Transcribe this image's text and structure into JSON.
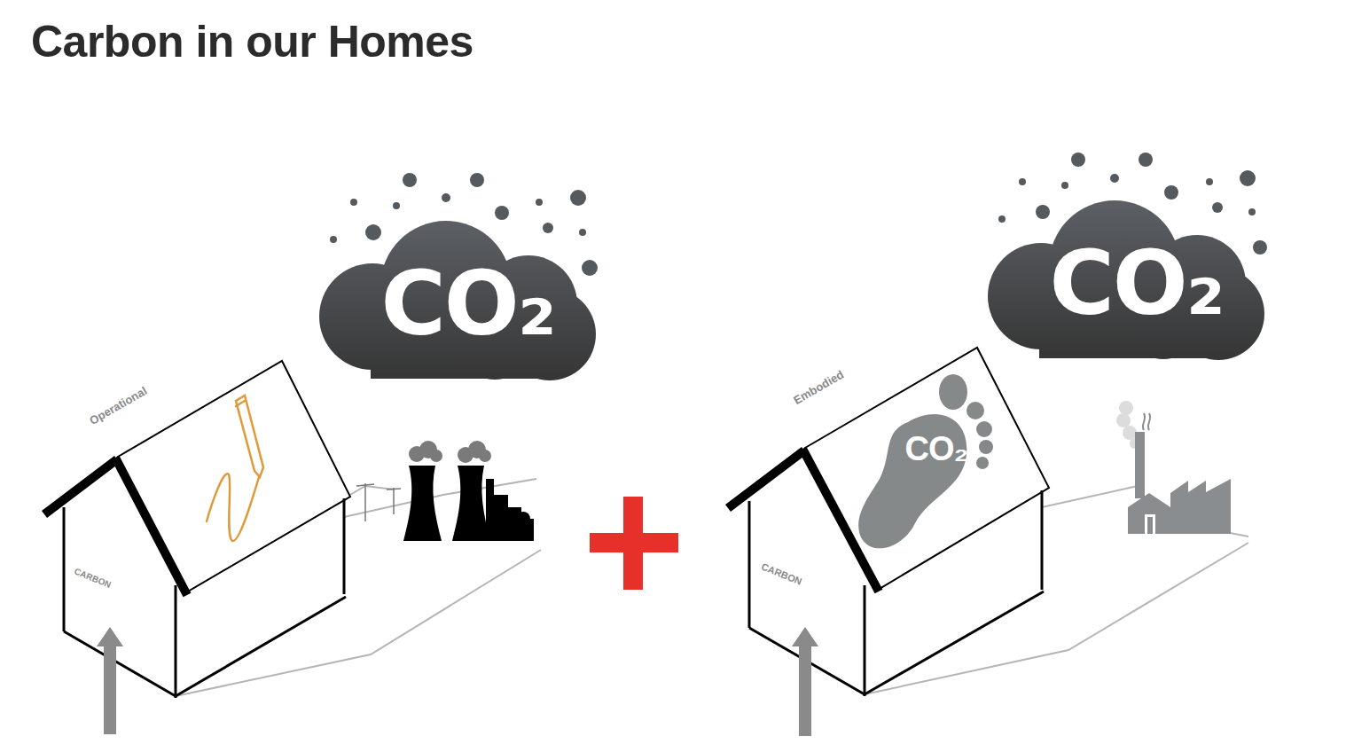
{
  "diagram": {
    "title": "Carbon in our Homes",
    "nodes": [
      {
        "text": [
          "CO₂"
        ]
      },
      {
        "text": [
          "CO₂"
        ]
      },
      {
        "text": [
          "CO₂"
        ]
      }
    ],
    "labels": [
      "Operational",
      "CARBON",
      "Embodied",
      "CARBON"
    ]
  }
}
